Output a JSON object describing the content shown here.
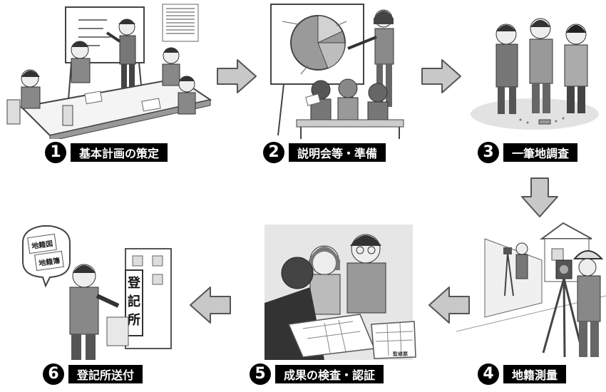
{
  "steps": [
    {
      "num": "1",
      "label": "基本計画の策定"
    },
    {
      "num": "2",
      "label": "説明会等・準備"
    },
    {
      "num": "3",
      "label": "一筆地調査"
    },
    {
      "num": "4",
      "label": "地籍測量"
    },
    {
      "num": "5",
      "label": "成果の検査・認証"
    },
    {
      "num": "6",
      "label": "登記所送付"
    }
  ],
  "sign": {
    "chars": [
      "登",
      "記",
      "所"
    ]
  },
  "bubble_docs": [
    "地籍図",
    "地籍簿"
  ],
  "map_label": "監修票",
  "colors": {
    "arrow_fill": "#c8c8c8",
    "arrow_stroke": "#555555",
    "label_bg": "#000000",
    "label_text": "#ffffff"
  }
}
